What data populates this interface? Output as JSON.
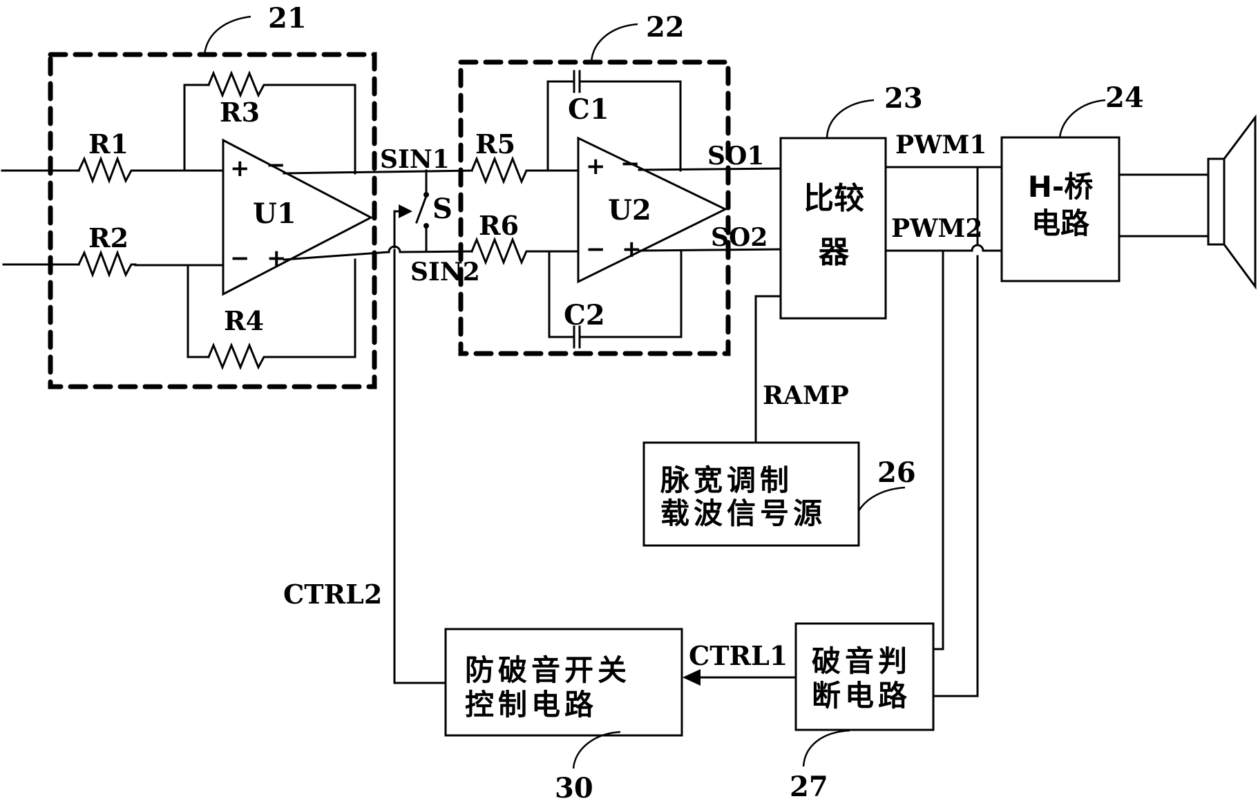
{
  "diagram": {
    "ref_labels": {
      "preamp_block": "21",
      "integrator_block": "22",
      "comparator": "23",
      "h_bridge": "24",
      "pwm_source": "26",
      "pop_detect": "27",
      "anti_pop_control": "30"
    },
    "components": {
      "R1": "R1",
      "R2": "R2",
      "R3": "R3",
      "R4": "R4",
      "R5": "R5",
      "R6": "R6",
      "C1": "C1",
      "C2": "C2",
      "U1": "U1",
      "U2": "U2",
      "S": "S"
    },
    "signals": {
      "sin1": "SIN1",
      "sin2": "SIN2",
      "so1": "SO1",
      "so2": "SO2",
      "pwm1": "PWM1",
      "pwm2": "PWM2",
      "ramp": "RAMP",
      "ctrl1": "CTRL1",
      "ctrl2": "CTRL2"
    },
    "blocks": {
      "comparator": [
        "比较",
        "器"
      ],
      "h_bridge": [
        "H-桥",
        "电路"
      ],
      "pwm_source": [
        "脉宽调制",
        "载波信号源"
      ],
      "pop_detect": [
        "破音判",
        "断电路"
      ],
      "anti_pop_control": [
        "防破音开关",
        "控制电路"
      ]
    },
    "opamp_pins": {
      "plus": "+",
      "minus": "−"
    }
  }
}
